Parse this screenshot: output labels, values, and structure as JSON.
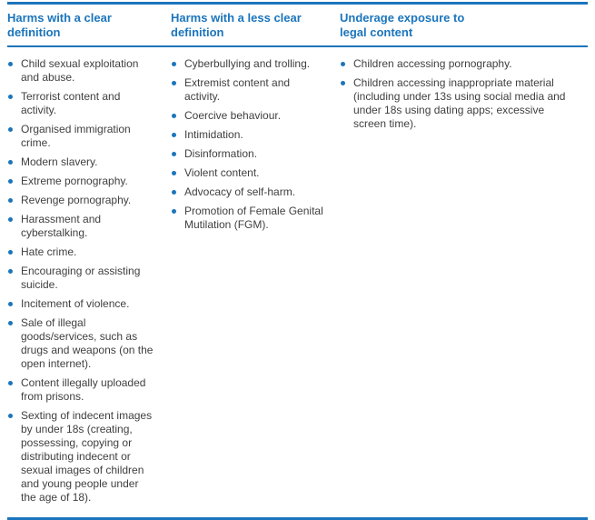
{
  "accent_color": "#1b75bc",
  "text_color": "#3f3f3f",
  "columns": [
    {
      "heading": "Harms with a clear definition",
      "items": [
        "Child sexual exploitation and abuse.",
        "Terrorist content and activity.",
        "Organised immigration crime.",
        "Modern slavery.",
        "Extreme pornography.",
        "Revenge pornography.",
        "Harassment and cyberstalking.",
        "Hate crime.",
        "Encouraging or assisting suicide.",
        "Incitement of violence.",
        "Sale of illegal goods/services, such as drugs and weapons (on the open internet).",
        "Content illegally uploaded from prisons.",
        "Sexting of indecent images by under 18s (creating, possessing, copying or distributing indecent or sexual images of children and young people under the age of 18)."
      ]
    },
    {
      "heading": "Harms with a less clear definition",
      "items": [
        "Cyberbullying and trolling.",
        "Extremist content and activity.",
        "Coercive behaviour.",
        "Intimidation.",
        "Disinformation.",
        "Violent content.",
        "Advocacy of self-harm.",
        "Promotion of Female Genital Mutilation (FGM)."
      ]
    },
    {
      "heading": "Underage exposure to legal content",
      "items": [
        "Children accessing pornography.",
        "Children accessing inappropriate material (including under 13s using social media and under 18s using dating apps; excessive screen time)."
      ]
    }
  ]
}
